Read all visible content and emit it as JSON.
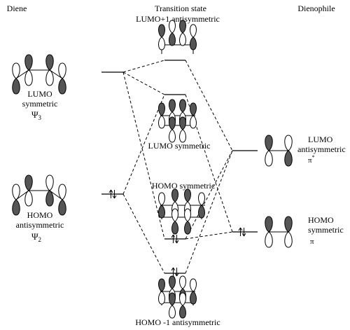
{
  "headers": {
    "diene": "Diene",
    "transition_state": "Transition state",
    "dienophile": "Dienophile"
  },
  "diene": {
    "lumo": {
      "line1": "LUMO",
      "line2": "symmetric",
      "psi": "Ψ",
      "psi_sub": "3"
    },
    "homo": {
      "line1": "HOMO",
      "line2": "antisymmetric",
      "psi": "Ψ",
      "psi_sub": "2"
    }
  },
  "transition_state": {
    "lumo_plus_1": "LUMO+1 antisymmetric",
    "lumo": "LUMO symmetric",
    "homo": "HOMO symmetric",
    "homo_minus_1": "HOMO -1 antisymmetric"
  },
  "dienophile": {
    "lumo": {
      "line1": "LUMO",
      "line2": "antisymmetric",
      "symbol": "π",
      "sup": "*"
    },
    "homo": {
      "line1": "HOMO",
      "line2": "symmetric",
      "symbol": "π"
    }
  },
  "colors": {
    "lobe_filled": "#555555",
    "line": "#000000"
  }
}
